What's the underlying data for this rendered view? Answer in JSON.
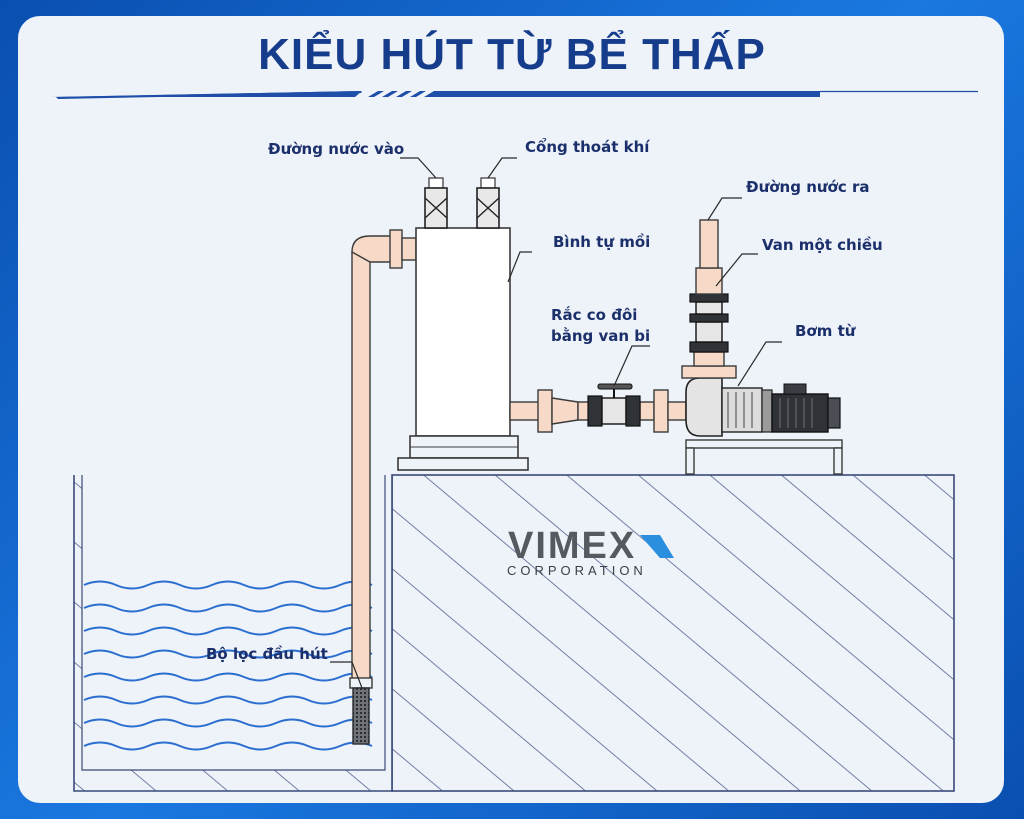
{
  "title": "KIỂU HÚT TỪ BỂ THẤP",
  "labels": {
    "water_inlet": "Đường nước vào",
    "air_vent": "Cổng thoát khí",
    "water_outlet": "Đường nước ra",
    "priming_tank": "Bình tự mồi",
    "check_valve": "Van một chiều",
    "union_line1": "Rắc co đôi",
    "union_line2": "bằng van bi",
    "pump": "Bơm từ",
    "foot_filter": "Bộ lọc đầu hút"
  },
  "logo": {
    "main": "VIMEX",
    "sub": "CORPORATION"
  },
  "colors": {
    "title": "#163c8c",
    "pipe": "#f6d9c6",
    "water": "#2a6fd0",
    "frame": "#0b5fc4"
  }
}
